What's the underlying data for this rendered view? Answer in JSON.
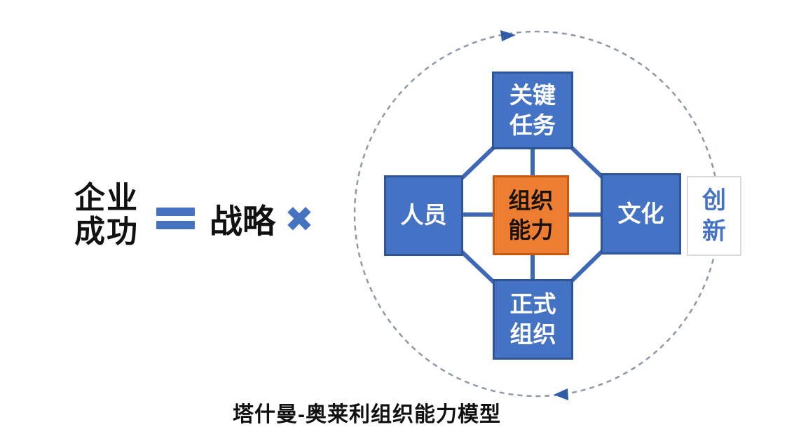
{
  "formula": {
    "success_line1": "企业",
    "success_line2": "成功",
    "equals_symbol": "=",
    "strategy": "战略",
    "times_symbol": "✖"
  },
  "diagram": {
    "key_tasks": {
      "line1": "关键",
      "line2": "任务"
    },
    "people": {
      "label": "人员"
    },
    "org_capability": {
      "line1": "组织",
      "line2": "能力"
    },
    "culture": {
      "label": "文化"
    },
    "formal_org": {
      "line1": "正式",
      "line2": "组织"
    },
    "innovation": {
      "line1": "创",
      "line2": "新"
    }
  },
  "caption": "塔什曼-奥莱利组织能力模型",
  "colors": {
    "node_blue": "#4472C4",
    "node_blue_border": "#2F5597",
    "connector_blue": "#3E68B5",
    "center_orange": "#ED7D31",
    "center_orange_border": "#C55A11",
    "innovation_text_blue": "#4472C4",
    "innovation_border_gray": "#D9D9D9",
    "dashed_circle_gray": "#8E99A8",
    "arrow_blue": "#2E5CA6",
    "text_black": "#111111",
    "background": "#FFFFFF"
  }
}
